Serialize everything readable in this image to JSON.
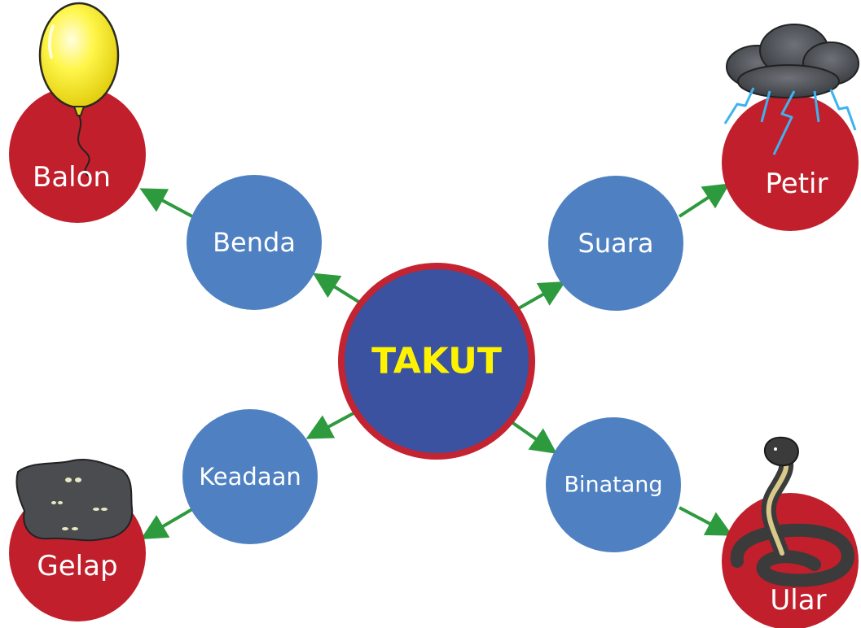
{
  "diagram": {
    "center": {
      "label": "TAKUT"
    },
    "categories": {
      "benda": "Benda",
      "suara": "Suara",
      "keadaan": "Keadaan",
      "binatang": "Binatang"
    },
    "examples": {
      "balon": "Balon",
      "petir": "Petir",
      "gelap": "Gelap",
      "ular": "Ular"
    },
    "edges": [
      {
        "from": "TAKUT",
        "to": "Benda"
      },
      {
        "from": "TAKUT",
        "to": "Suara"
      },
      {
        "from": "TAKUT",
        "to": "Keadaan"
      },
      {
        "from": "TAKUT",
        "to": "Binatang"
      },
      {
        "from": "Benda",
        "to": "Balon"
      },
      {
        "from": "Suara",
        "to": "Petir"
      },
      {
        "from": "Keadaan",
        "to": "Gelap"
      },
      {
        "from": "Binatang",
        "to": "Ular"
      }
    ],
    "colors": {
      "center_fill": "#3a52a0",
      "center_ring": "#c42431",
      "center_text": "#fff200",
      "category_fill": "#4f81c2",
      "example_fill": "#c11f2c",
      "arrow": "#2e9a3e",
      "text": "#ffffff"
    },
    "icons": {
      "balon": "yellow-balloon-icon",
      "petir": "storm-cloud-lightning-icon",
      "gelap": "dark-eyes-icon",
      "ular": "cobra-snake-icon"
    }
  }
}
